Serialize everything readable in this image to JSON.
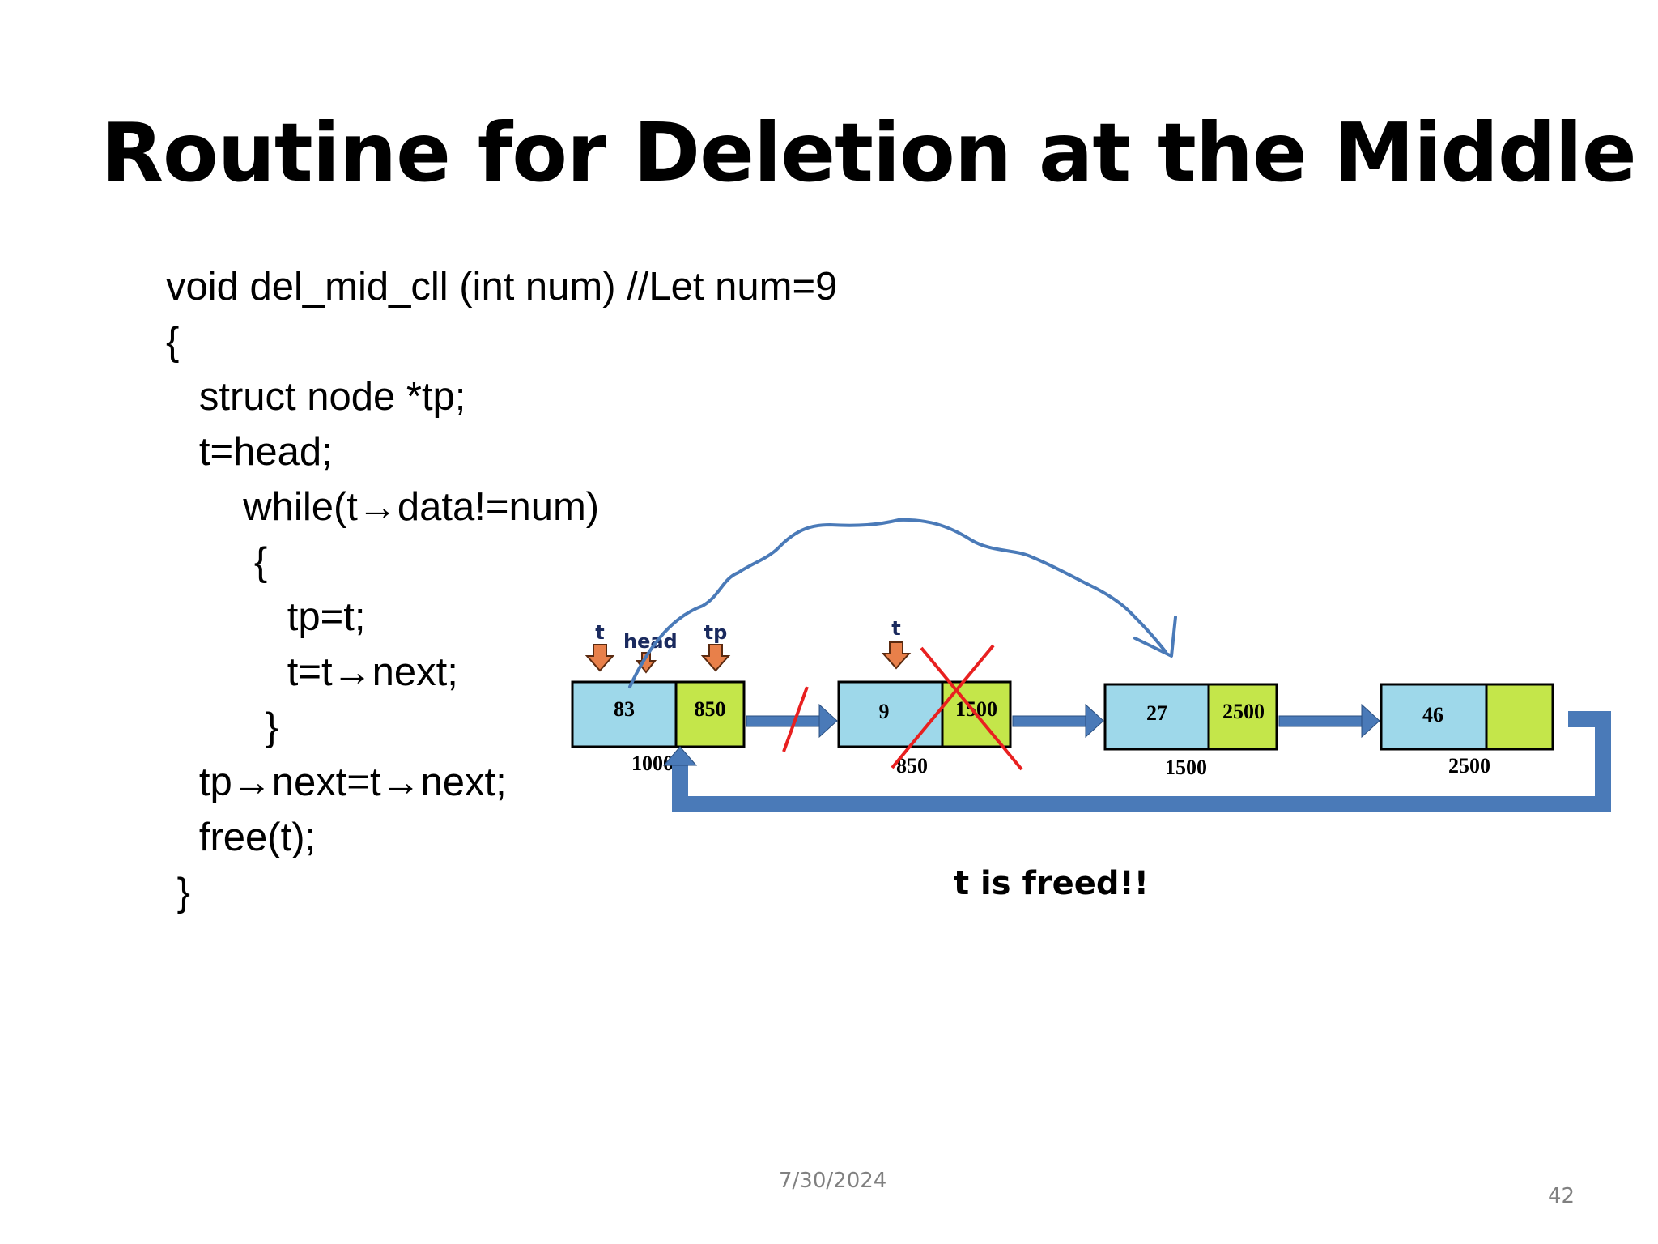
{
  "slide": {
    "title": "Routine for Deletion at the Middle",
    "code_lines": [
      "void del_mid_cll (int num) //Let num=9",
      "{",
      "   struct node *tp;",
      "   t=head;",
      "       while(t→data!=num)",
      "        {",
      "           tp=t;",
      "           t=t→next;",
      "         }",
      "   tp→next=t→next;",
      "   free(t);",
      " }"
    ],
    "caption": "t is freed!!",
    "date": "7/30/2024",
    "page_number": "42"
  },
  "diagram": {
    "nodes": [
      {
        "data": "83",
        "next": "850",
        "address": "1000"
      },
      {
        "data": "9",
        "next": "1500",
        "address": "850"
      },
      {
        "data": "27",
        "next": "2500",
        "address": "1500"
      },
      {
        "data": "46",
        "next": "",
        "address": "2500"
      }
    ],
    "pointer_labels": {
      "t1": "t",
      "head": "head",
      "tp": "tp",
      "t2": "t"
    },
    "colors": {
      "data_cell": "#9ed8ea",
      "next_cell": "#c4e64a",
      "link_arrow": "#4a7ab8",
      "pointer_arrow": "#e8804a",
      "cross": "#e82020",
      "curve": "#4a7ab8"
    }
  }
}
